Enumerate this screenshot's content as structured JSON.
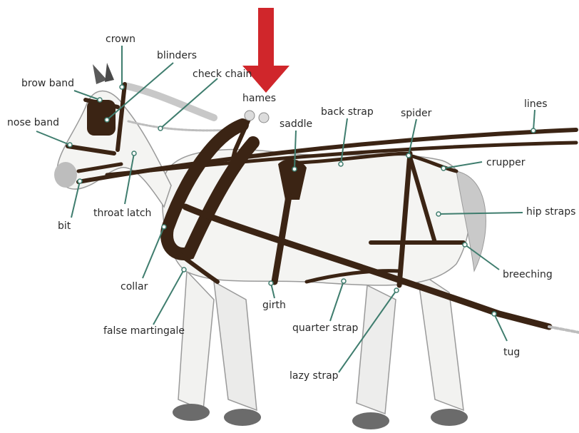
{
  "labels": {
    "crown": "crown",
    "blinders": "blinders",
    "brow_band": "brow band",
    "check_chain": "check chain",
    "hames": "hames",
    "nose_band": "nose band",
    "saddle": "saddle",
    "back_strap": "back strap",
    "spider": "spider",
    "lines": "lines",
    "crupper": "crupper",
    "throat_latch": "throat latch",
    "bit": "bit",
    "hip_straps": "hip straps",
    "collar": "collar",
    "breeching": "breeching",
    "girth": "girth",
    "quarter_strap": "quarter strap",
    "false_martingale": "false martingale",
    "tug": "tug",
    "lazy_strap": "lazy strap"
  },
  "colors": {
    "leader": "#3f7d6e",
    "leather": "#3b2414",
    "horse": "#f4f4f2",
    "horse_outline": "#8a8a8a",
    "arrow": "#d0262b"
  },
  "icons": {
    "arrow": "down-arrow-icon"
  }
}
